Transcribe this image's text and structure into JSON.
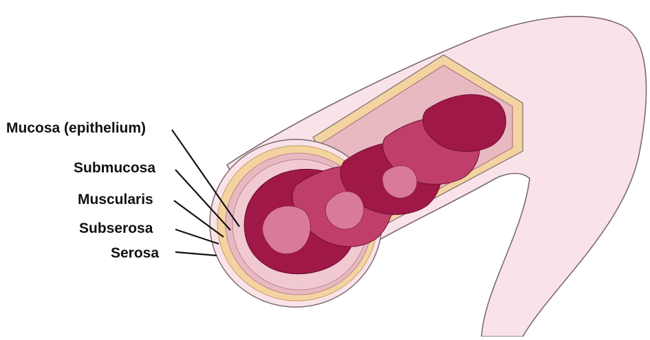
{
  "labels": {
    "mucosa": "Mucosa (epithelium)",
    "submucosa": "Submucosa",
    "muscularis": "Muscularis",
    "subserosa": "Subserosa",
    "serosa": "Serosa"
  },
  "colors": {
    "outer_tube": "#f9e3e8",
    "tube_outline": "#7a6a70",
    "serosa_band": "#f3d3a0",
    "muscularis_layer": "#e8b9c1",
    "submucosa_layer": "#f1c9d1",
    "mucosa_dark": "#a01848",
    "mucosa_mid": "#bf3f6a",
    "mucosa_light": "#d97a98",
    "leader_line": "#111111"
  }
}
